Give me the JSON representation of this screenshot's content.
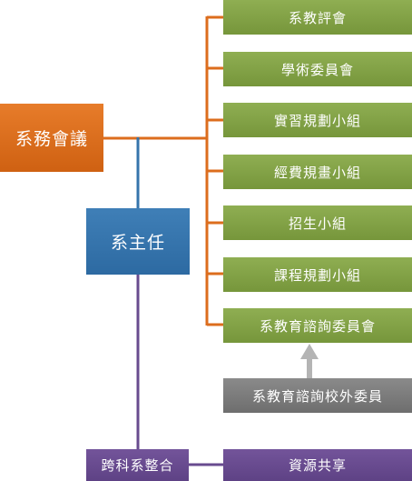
{
  "council": "系務會議",
  "chair": "系主任",
  "committees": [
    "系教評會",
    "學術委員會",
    "實習規劃小組",
    "經費規畫小組",
    "招生小組",
    "課程規劃小組",
    "系教育諮詢委員會"
  ],
  "external_member": "系教育諮詢校外委員",
  "integration": "跨科系整合",
  "resource": "資源共享",
  "colors": {
    "orange": "#dc6d1d",
    "green": "#83a147",
    "blue": "#3574ac",
    "gray": "#7c7c7c",
    "purple": "#684b8f",
    "arrow": "#b4b4b4"
  }
}
